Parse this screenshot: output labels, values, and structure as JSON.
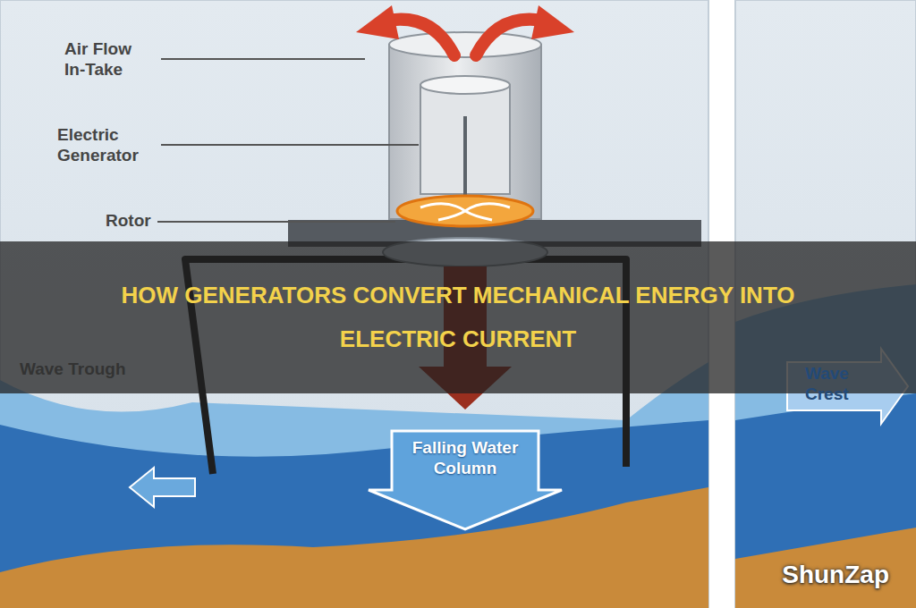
{
  "diagram": {
    "title": "HOW GENERATORS CONVERT MECHANICAL ENERGY INTO ELECTRIC CURRENT",
    "labels": [
      "Air Flow In-Take",
      "Electric Generator",
      "Rotor",
      "Wave Trough",
      "Falling Water Column",
      "Wave Crest",
      "ShunZap"
    ]
  }
}
